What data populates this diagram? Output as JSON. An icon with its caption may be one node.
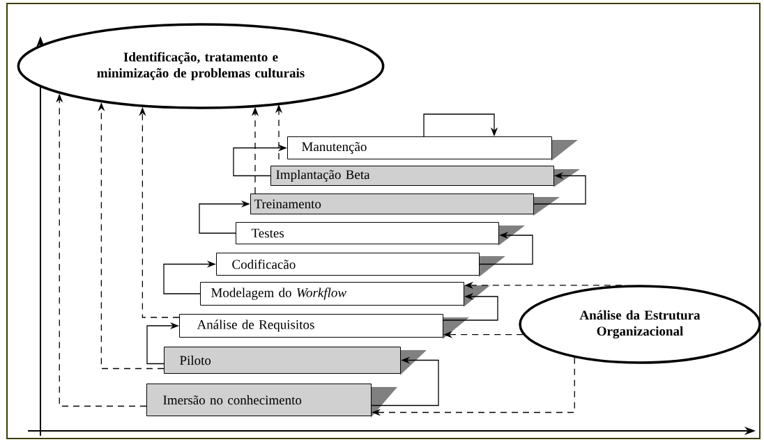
{
  "diagram": {
    "nodes": [
      {
        "text": [
          "Identificação, tratamento e minimização de problemas culturais"
        ]
      },
      {
        "text": [
          "Manutenção"
        ]
      },
      {
        "text": [
          "Implantação Beta"
        ]
      },
      {
        "text": [
          "Treinamento"
        ]
      },
      {
        "text": [
          "Testes"
        ]
      },
      {
        "text": [
          "Codificacão"
        ]
      },
      {
        "text": [
          "Modelagem do *Workflow*"
        ]
      },
      {
        "text": [
          "Análise de Requisitos"
        ]
      },
      {
        "text": [
          "Piloto"
        ]
      },
      {
        "text": [
          "Imersão no conhecimento"
        ]
      },
      {
        "text": [
          "Análise da Estrutura Organizacional"
        ]
      }
    ],
    "edges": [
      {
        "from": 9,
        "to": 8,
        "arrow": "to"
      },
      {
        "from": 8,
        "to": 7,
        "arrow": "to"
      },
      {
        "from": 7,
        "to": 6,
        "arrow": "to"
      },
      {
        "from": 6,
        "to": 5,
        "arrow": "to"
      },
      {
        "from": 5,
        "to": 4,
        "arrow": "to"
      },
      {
        "from": 4,
        "to": 3,
        "arrow": "to"
      },
      {
        "from": 3,
        "to": 2,
        "arrow": "to"
      },
      {
        "from": 2,
        "to": 1,
        "arrow": "to"
      },
      {
        "from": 1,
        "to": 1,
        "arrow": "to"
      },
      {
        "from": 10,
        "to": 6,
        "arrow": "to",
        "style": "dashed"
      },
      {
        "from": 10,
        "to": 7,
        "arrow": "to",
        "style": "dashed"
      },
      {
        "from": 10,
        "to": 9,
        "arrow": "to",
        "style": "dashed"
      },
      {
        "from": 9,
        "to": 0,
        "arrow": "to",
        "style": "dashed"
      },
      {
        "from": 8,
        "to": 0,
        "arrow": "to",
        "style": "dashed"
      },
      {
        "from": 7,
        "to": 0,
        "arrow": "to",
        "style": "dashed"
      },
      {
        "from": 3,
        "to": 0,
        "arrow": "to",
        "style": "dashed"
      },
      {
        "from": 1,
        "to": 0,
        "arrow": "to",
        "style": "dashed"
      }
    ]
  }
}
